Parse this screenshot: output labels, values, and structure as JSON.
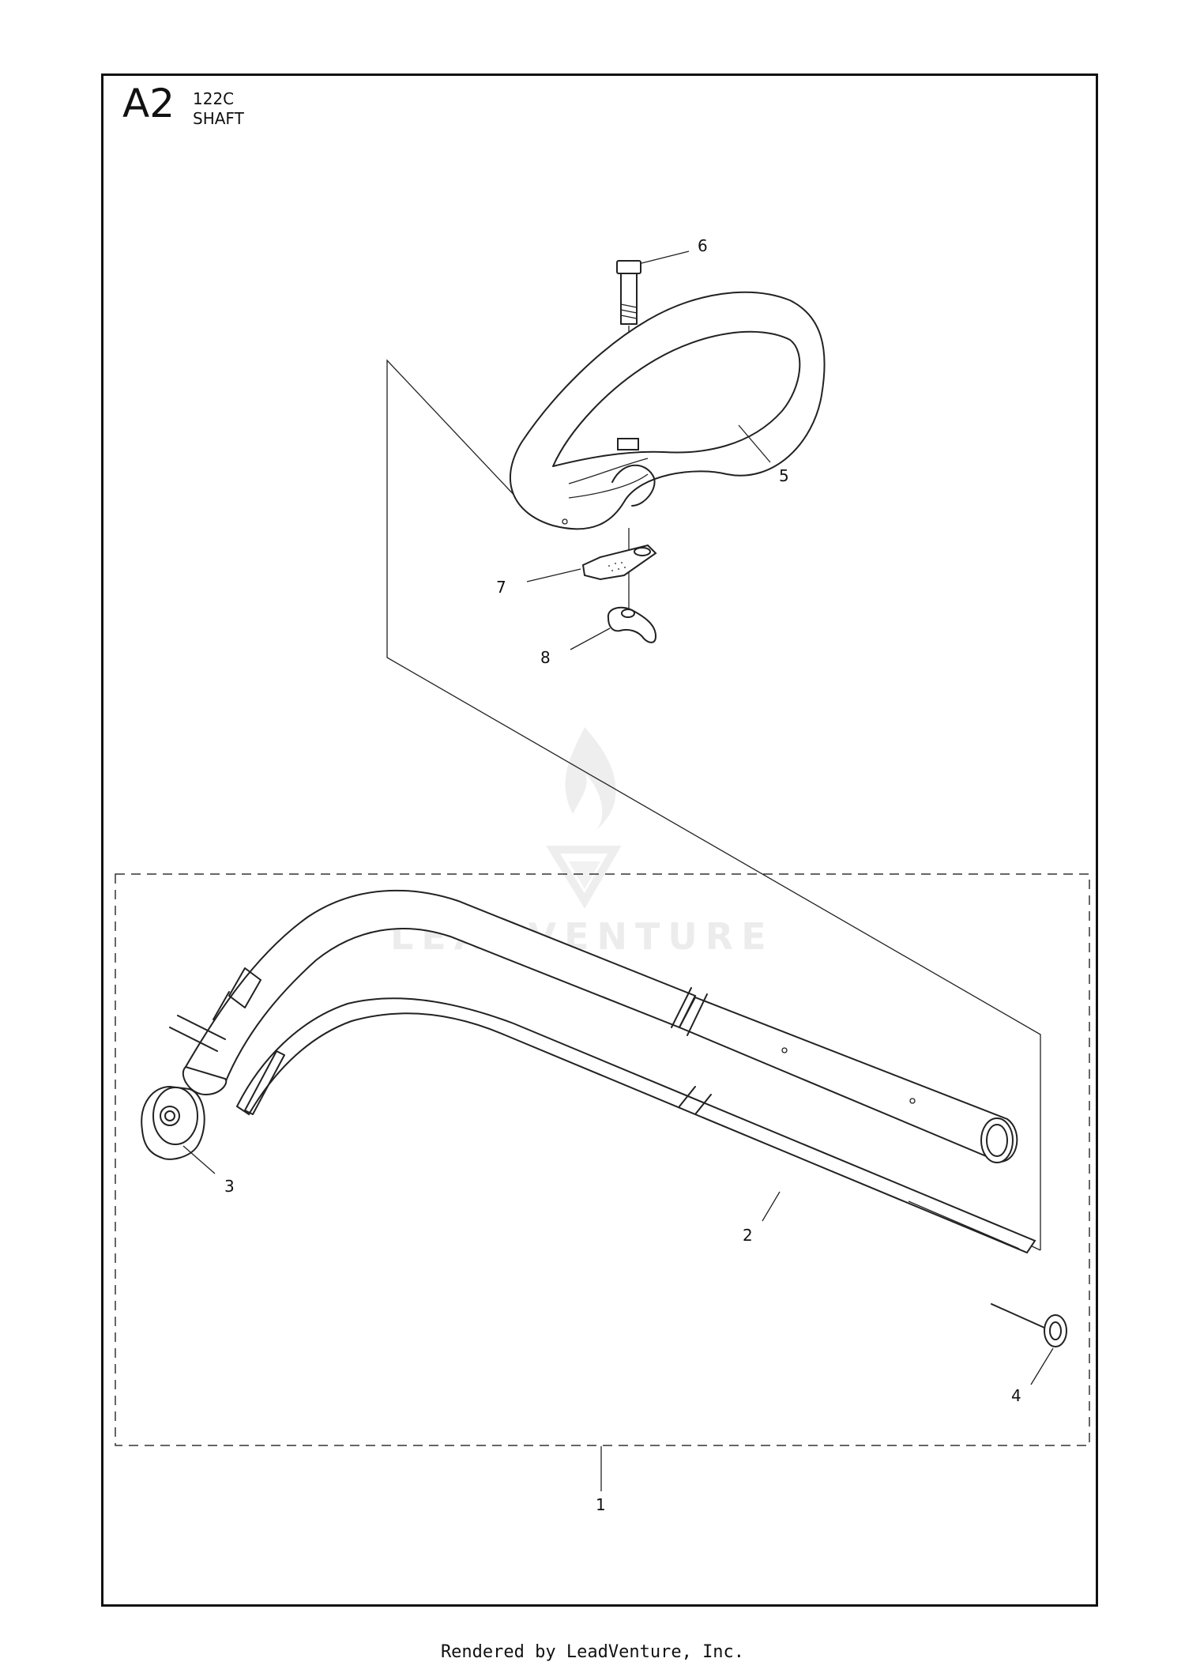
{
  "header": {
    "section_id": "A2",
    "model": "122C",
    "group_name": "SHAFT"
  },
  "callouts": {
    "c1": "1",
    "c2": "2",
    "c3": "3",
    "c4": "4",
    "c5": "5",
    "c6": "6",
    "c7": "7",
    "c8": "8"
  },
  "watermark": {
    "text": "LEADVENTURE"
  },
  "footer": {
    "text": "Rendered by LeadVenture, Inc."
  },
  "colors": {
    "line": "#222222",
    "watermark": "#ececec"
  }
}
